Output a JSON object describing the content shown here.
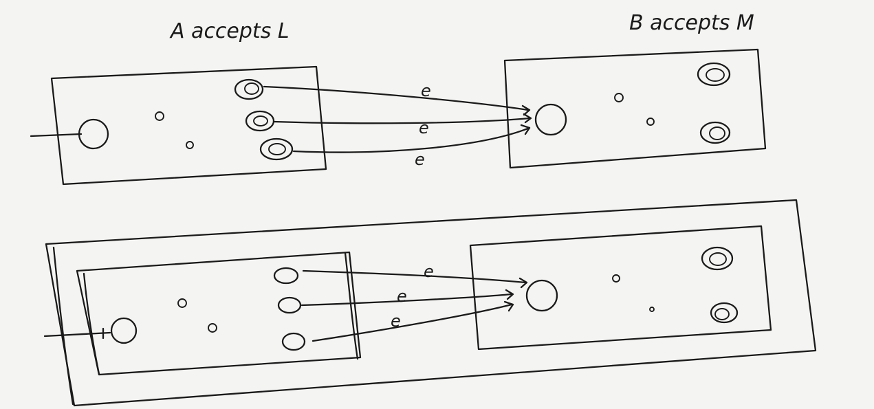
{
  "top": {
    "label_a": "A accepts L",
    "label_b": "B accepts M",
    "transition_labels": [
      "e",
      "e",
      "e"
    ]
  },
  "bottom": {
    "transition_labels": [
      "e",
      "e",
      "e"
    ]
  },
  "ink_color": "#1a1a1a",
  "paper_color": "#f4f4f2"
}
